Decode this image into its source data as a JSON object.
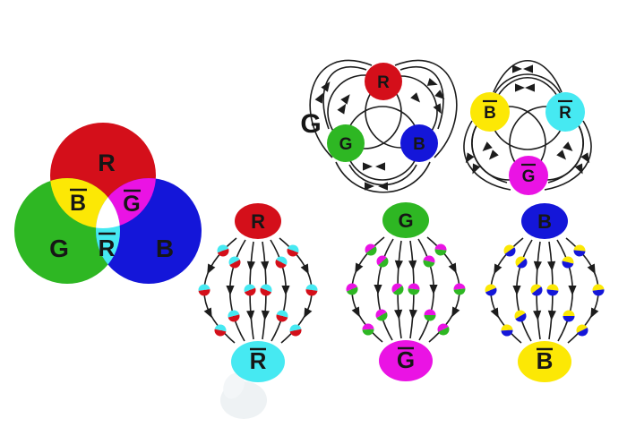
{
  "colors": {
    "red": "#d40f1a",
    "green": "#2eb723",
    "blue": "#1416d9",
    "cyan": "#46e9f2",
    "magenta": "#ea13e4",
    "yellow": "#fce805",
    "white": "#ffffff"
  },
  "gluon_label": "G",
  "venn": {
    "red": "R",
    "green": "G",
    "blue": "B",
    "antiblue": "B",
    "antigreen": "G",
    "antired": "R"
  },
  "baryon": {
    "r": "R",
    "g": "G",
    "b": "B"
  },
  "antibaryon": {
    "antiblue": "B",
    "antired": "R",
    "antigreen": "G"
  },
  "meson_r": {
    "top": "R",
    "bottom": "R"
  },
  "meson_g": {
    "top": "G",
    "bottom": "G"
  },
  "meson_b": {
    "top": "B",
    "bottom": "B"
  }
}
